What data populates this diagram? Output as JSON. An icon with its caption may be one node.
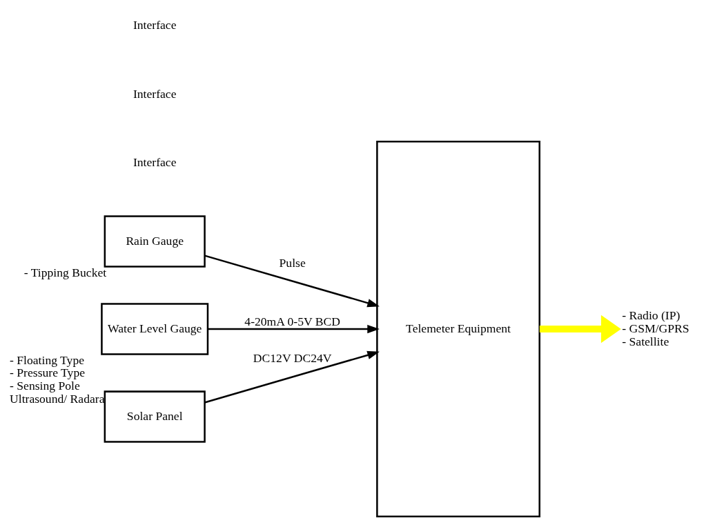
{
  "diagram": {
    "nodes": [
      {
        "text": [
          "Rain Gauge"
        ],
        "beside": [
          "- Tipping Bucket"
        ]
      },
      {
        "text": [
          "Water Level Gauge"
        ],
        "beside": [
          "- Floating Type",
          "- Pressure Type",
          "- Sensing Pole",
          "Ultrasound/ Radara"
        ]
      },
      {
        "text": [
          "Solar Panel"
        ]
      },
      {
        "text": [
          "Telemeter Equipment"
        ]
      },
      {
        "text": [
          "- Radio (IP)",
          "- GSM/GPRS",
          "- Satellite"
        ]
      }
    ],
    "edges": [
      {
        "from": 0,
        "to": 3,
        "arrow": "to",
        "label": "Pulse"
      },
      {
        "from": 1,
        "to": 3,
        "arrow": "to",
        "label": "4-20mA 0-5V BCD"
      },
      {
        "from": 2,
        "to": 3,
        "arrow": "to",
        "label": "DC12V DC24V"
      },
      {
        "from": 3,
        "to": 4,
        "arrow": "to",
        "style": "thick",
        "color": "#ffff00"
      }
    ],
    "labels": [
      "Interface",
      "Interface",
      "Interface"
    ]
  }
}
